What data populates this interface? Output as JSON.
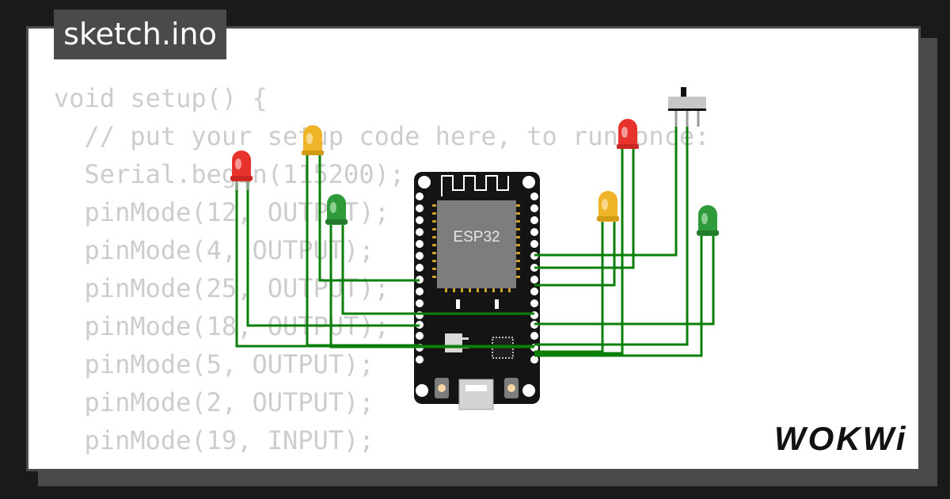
{
  "file_tab": {
    "label": "sketch.ino"
  },
  "code_lines": [
    "void setup() {",
    "  // put your setup code here, to run once:",
    "  Serial.begin(115200);",
    "  pinMode(12, OUTPUT);",
    "  pinMode(4, OUTPUT);",
    "  pinMode(25, OUTPUT);",
    "  pinMode(18, OUTPUT);",
    "  pinMode(5, OUTPUT);",
    "  pinMode(2, OUTPUT);",
    "  pinMode(19, INPUT);"
  ],
  "board": {
    "chip_label": "ESP32"
  },
  "logo": {
    "text": "WOKWi"
  },
  "colors": {
    "wire": "#0a7f0a",
    "led_red": "#e8332c",
    "led_yellow": "#f0b429",
    "led_green": "#2f9a3a",
    "board": "#141414",
    "code_text": "#cdcdcd",
    "frame": "#4a4a4a"
  },
  "icons": [
    "esp32-board",
    "led-red",
    "led-yellow",
    "led-green",
    "slide-switch",
    "usb-port"
  ]
}
